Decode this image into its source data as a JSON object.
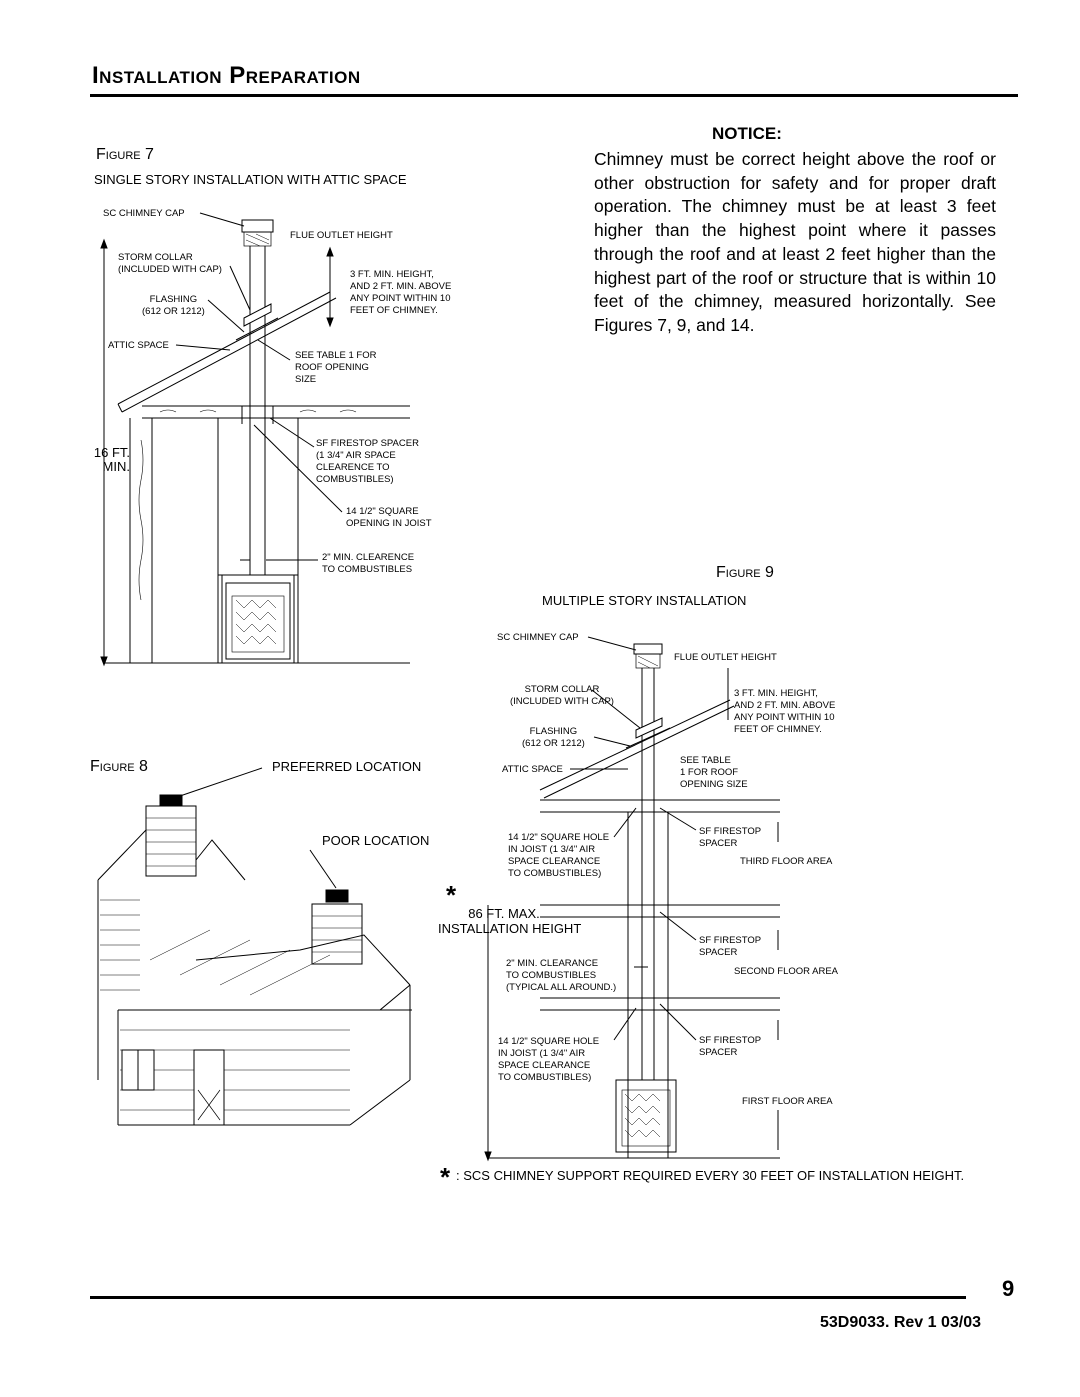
{
  "page": {
    "heading": "Installation Preparation",
    "page_number": "9",
    "doc_number": "53D9033. Rev 1 03/03"
  },
  "notice": {
    "title": "NOTICE:",
    "body": "Chimney must be correct height above the roof or other obstruction for safety and for proper draft operation. The chimney must be at least 3 feet higher than the highest point where it passes through the roof and at least 2 feet higher than the highest part of the roof or structure that is within 10 feet of the chimney, measured horizontally. See Figures 7, 9, and 14."
  },
  "figure7": {
    "title": "Figure 7",
    "subtitle": "SINGLE STORY INSTALLATION WITH ATTIC SPACE",
    "labels": {
      "chimney_cap": "SC CHIMNEY CAP",
      "flue_outlet": "FLUE OUTLET HEIGHT",
      "storm_collar": [
        "STORM COLLAR",
        "(INCLUDED WITH CAP)"
      ],
      "min_height": [
        "3 FT. MIN. HEIGHT,",
        "AND 2 FT. MIN. ABOVE",
        "ANY POINT WITHIN 10",
        "FEET OF CHIMNEY."
      ],
      "flashing": [
        "FLASHING",
        "(612 OR 1212)"
      ],
      "attic_space": "ATTIC SPACE",
      "see_table": [
        "SEE TABLE 1 FOR",
        "ROOF OPENING",
        "SIZE"
      ],
      "height": [
        "16 FT.",
        "MIN."
      ],
      "firestop": [
        "SF FIRESTOP SPACER",
        "(1 3/4\" AIR SPACE",
        "CLEARENCE TO",
        "COMBUSTIBLES)"
      ],
      "square_opening": [
        "14 1/2\" SQUARE",
        "OPENING IN JOIST"
      ],
      "clearance": [
        "2\" MIN. CLEARENCE",
        "TO COMBUSTIBLES"
      ]
    }
  },
  "figure8": {
    "title": "Figure 8",
    "preferred": "PREFERRED LOCATION",
    "poor": "POOR LOCATION"
  },
  "figure9": {
    "title": "Figure 9",
    "subtitle": "MULTIPLE STORY INSTALLATION",
    "labels": {
      "chimney_cap": "SC CHIMNEY CAP",
      "flue_outlet": "FLUE OUTLET HEIGHT",
      "storm_collar": [
        "STORM COLLAR",
        "(INCLUDED WITH CAP)"
      ],
      "min_height": [
        "3 FT. MIN. HEIGHT,",
        "AND 2 FT. MIN. ABOVE",
        "ANY POINT WITHIN 10",
        "FEET OF CHIMNEY."
      ],
      "flashing": [
        "FLASHING",
        "(612 OR 1212)"
      ],
      "attic_space": "ATTIC SPACE",
      "see_table": [
        "SEE TABLE",
        "1 FOR ROOF",
        "OPENING SIZE"
      ],
      "square_hole_upper": [
        "14 1/2\" SQUARE HOLE",
        "IN JOIST (1 3/4\" AIR",
        "SPACE CLEARANCE",
        "TO COMBUSTIBLES)"
      ],
      "firestop_1": [
        "SF FIRESTOP",
        "SPACER"
      ],
      "third_floor": "THIRD FLOOR AREA",
      "max_height": [
        "86 FT. MAX.",
        "INSTALLATION HEIGHT"
      ],
      "asterisk": "*",
      "clearance": [
        "2\" MIN. CLEARANCE",
        "TO COMBUSTIBLES",
        "(TYPICAL ALL AROUND.)"
      ],
      "firestop_2": [
        "SF FIRESTOP",
        "SPACER"
      ],
      "second_floor": "SECOND FLOOR AREA",
      "square_hole_lower": [
        "14 1/2\" SQUARE HOLE",
        "IN JOIST (1 3/4\" AIR",
        "SPACE CLEARANCE",
        "TO COMBUSTIBLES)"
      ],
      "firestop_3": [
        "SF FIRESTOP",
        "SPACER"
      ],
      "first_floor": "FIRST FLOOR AREA"
    }
  },
  "footnote": {
    "mark": "*",
    "text": ": SCS CHIMNEY SUPPORT REQUIRED EVERY 30 FEET OF INSTALLATION HEIGHT."
  }
}
